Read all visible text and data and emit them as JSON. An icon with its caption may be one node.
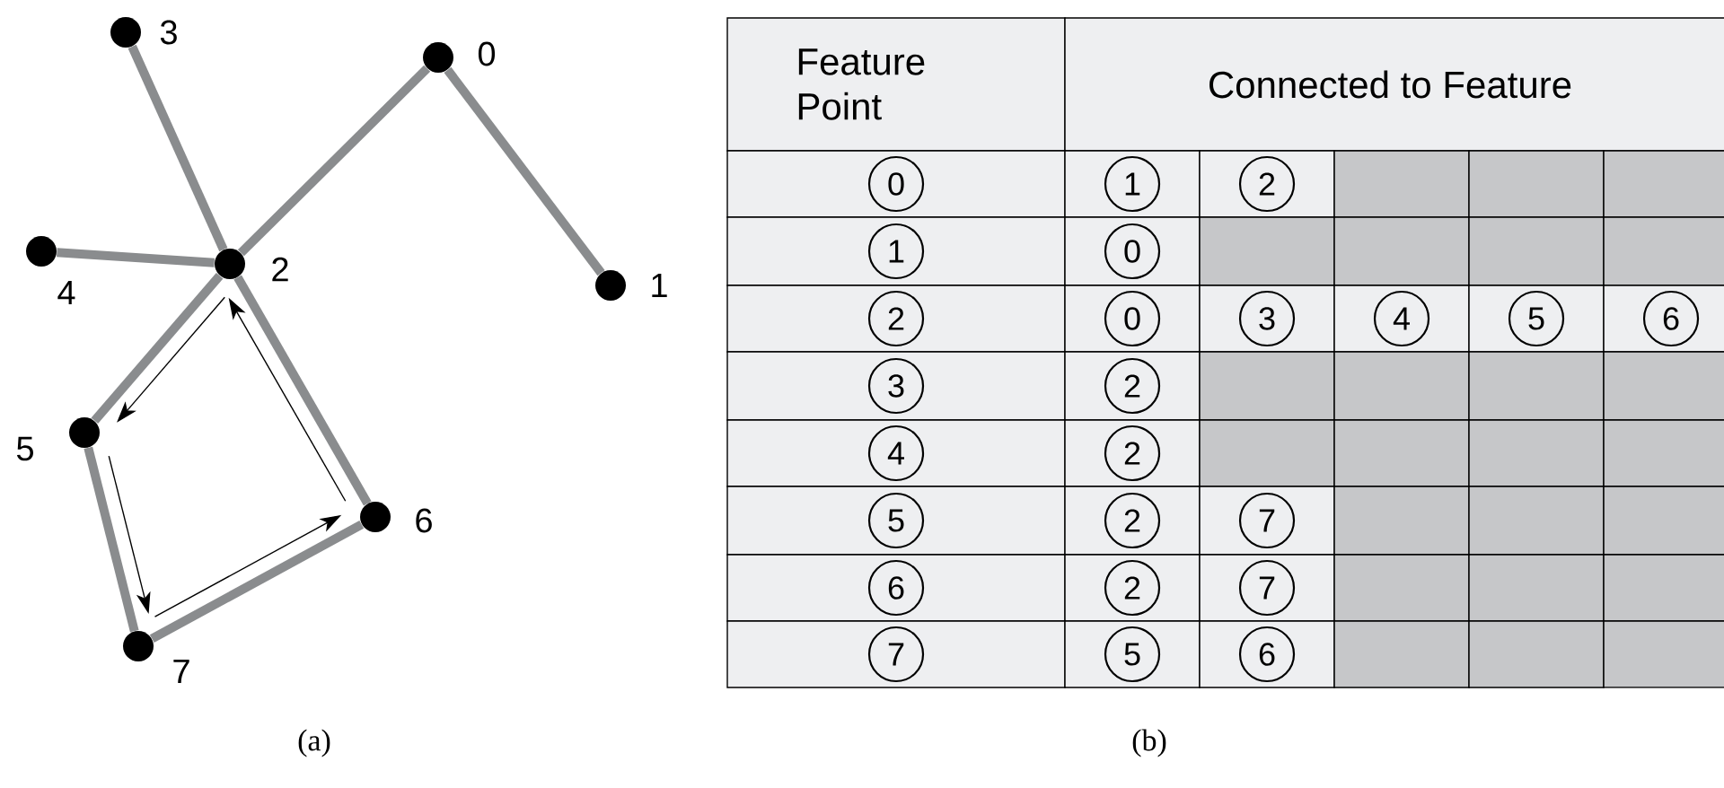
{
  "diagram": {
    "nodes": [
      {
        "text": [],
        "shape": "circle",
        "beside": [
          "0"
        ]
      },
      {
        "text": [],
        "shape": "circle",
        "beside": [
          "1"
        ]
      },
      {
        "text": [],
        "shape": "circle",
        "beside": [
          "2"
        ]
      },
      {
        "text": [],
        "shape": "circle",
        "beside": [
          "3"
        ]
      },
      {
        "text": [],
        "shape": "circle",
        "beside": [
          "4"
        ]
      },
      {
        "text": [],
        "shape": "circle",
        "beside": [
          "5"
        ]
      },
      {
        "text": [],
        "shape": "circle",
        "beside": [
          "6"
        ]
      },
      {
        "text": [],
        "shape": "circle",
        "beside": [
          "7"
        ]
      }
    ],
    "edges": [
      {
        "from": 0,
        "to": 1,
        "arrow": "none"
      },
      {
        "from": 0,
        "to": 2,
        "arrow": "none"
      },
      {
        "from": 3,
        "to": 2,
        "arrow": "none"
      },
      {
        "from": 4,
        "to": 2,
        "arrow": "none"
      },
      {
        "from": 2,
        "to": 5,
        "arrow": "none"
      },
      {
        "from": 2,
        "to": 6,
        "arrow": "none"
      },
      {
        "from": 5,
        "to": 7,
        "arrow": "none"
      },
      {
        "from": 7,
        "to": 6,
        "arrow": "none"
      },
      {
        "from": 2,
        "to": 5,
        "arrow": "to",
        "color": "#000000"
      },
      {
        "from": 5,
        "to": 7,
        "arrow": "to",
        "color": "#000000"
      },
      {
        "from": 7,
        "to": 6,
        "arrow": "to",
        "color": "#000000"
      },
      {
        "from": 6,
        "to": 2,
        "arrow": "to",
        "color": "#000000"
      }
    ],
    "labels": [
      "Feature Point",
      "Connected to Feature",
      "0",
      "1",
      "2",
      "1",
      "0",
      "2",
      "0",
      "3",
      "4",
      "5",
      "6",
      "3",
      "2",
      "4",
      "2",
      "5",
      "2",
      "7",
      "6",
      "2",
      "7",
      "7",
      "5",
      "6",
      "(a)",
      "(b)"
    ]
  }
}
